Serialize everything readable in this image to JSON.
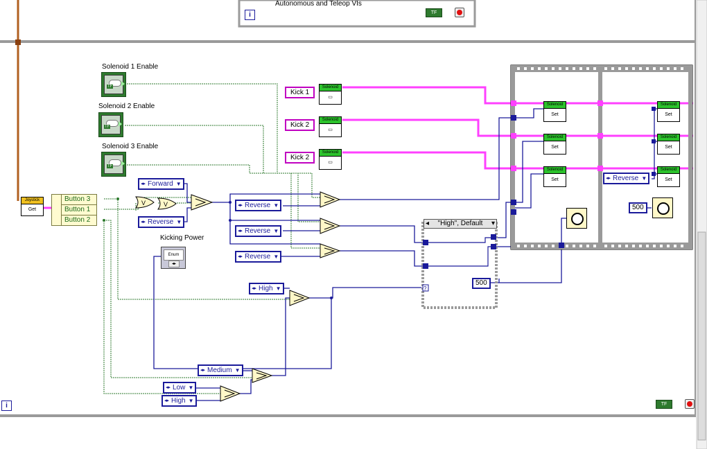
{
  "top_frame": {
    "caption": "Autonomous and Teleop VIs"
  },
  "indicators": {
    "info_icon": "i",
    "tf_indicator": "TF",
    "stop_button": "stop-icon"
  },
  "controls": {
    "solenoid1": "Solenoid 1 Enable",
    "solenoid2": "Solenoid 2 Enable",
    "solenoid3": "Solenoid 3 Enable",
    "kicking_power": "Kicking Power",
    "bool_tf": "TF"
  },
  "joystick": {
    "header": "Joystick",
    "body": "Get"
  },
  "buttons": [
    "Button 3",
    "Button 1",
    "Button 2"
  ],
  "enum_constants": {
    "forward": "Forward",
    "reverse": "Reverse",
    "reverse_out1": "Reverse",
    "reverse_out2": "Reverse",
    "reverse_out3": "Reverse",
    "reverse_frame": "Reverse",
    "high1": "High",
    "medium": "Medium",
    "low": "Low",
    "high2": "High"
  },
  "strings": [
    "Kick 1",
    "Kick 2",
    "Kick 2"
  ],
  "solenoid_vi": {
    "header": "Solenoid",
    "open_body": "",
    "set_body": "Set"
  },
  "case_structure": {
    "selector": "\"High\", Default"
  },
  "numbers": {
    "wait_case": "500",
    "wait_frame": "500"
  },
  "enum_control": {
    "label": "Enum"
  },
  "logic": {
    "or_symbol": "V"
  },
  "colors": {
    "wire_magenta": "#ff40ff",
    "wire_blue": "#1a1a9a",
    "wire_green": "#2e7a2e",
    "wire_brown": "#b06020"
  }
}
